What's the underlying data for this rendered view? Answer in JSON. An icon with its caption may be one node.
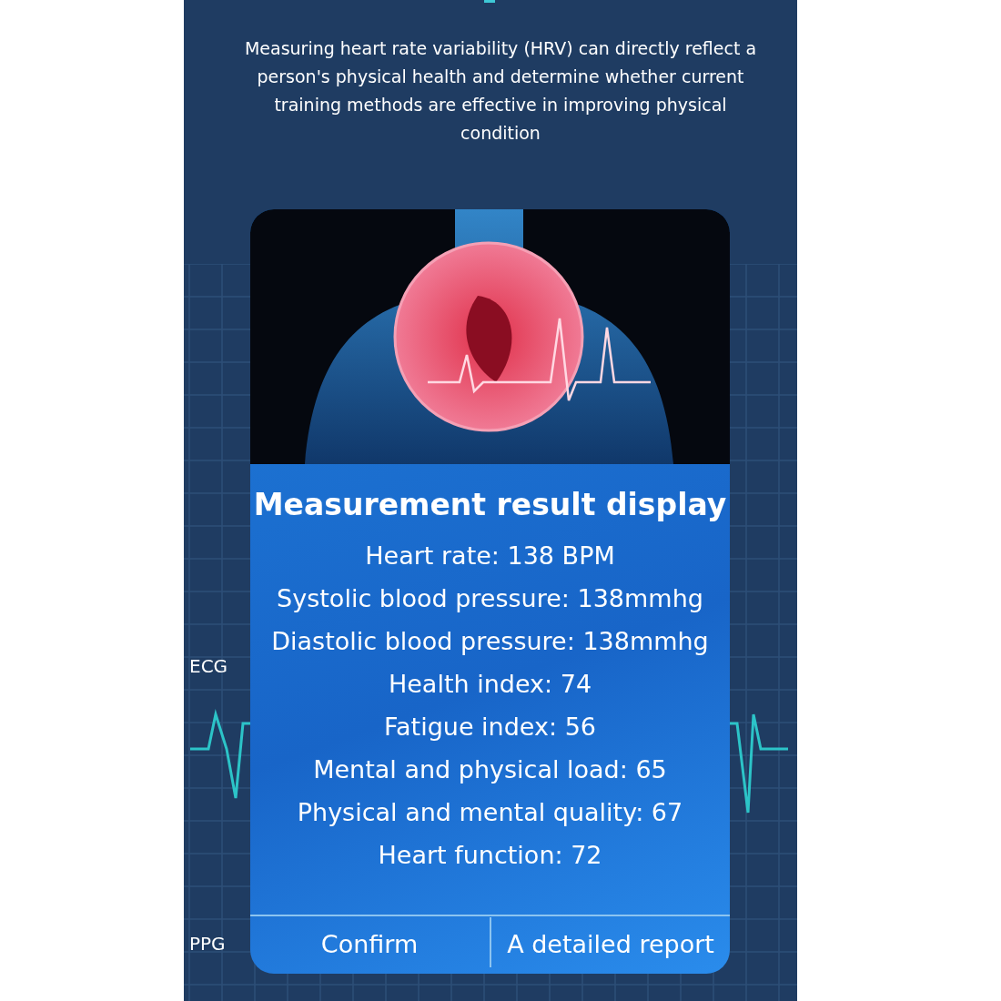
{
  "diagram": {
    "nodes": [
      {
        "text": [
          "Measurement result display",
          "Heart rate: 138 BPM",
          "Systolic blood pressure: 138mmhg",
          "Diastolic blood pressure: 138mmhg",
          "Health index: 74",
          "Fatigue index: 56",
          "Mental and physical load: 65",
          "Physical and mental quality: 67",
          "Heart function: 72"
        ]
      },
      {
        "text": [],
        "shape": "picture",
        "in": 0
      },
      {
        "text": [
          "Confirm"
        ],
        "in": 0
      },
      {
        "text": [
          "A detailed report"
        ],
        "in": 0
      }
    ],
    "labels": [
      "Measuring heart rate variability (HRV) can directly reflect a person's physical health and determine whether current training methods are effective in improving physical condition",
      "ECG",
      "PPG"
    ]
  }
}
